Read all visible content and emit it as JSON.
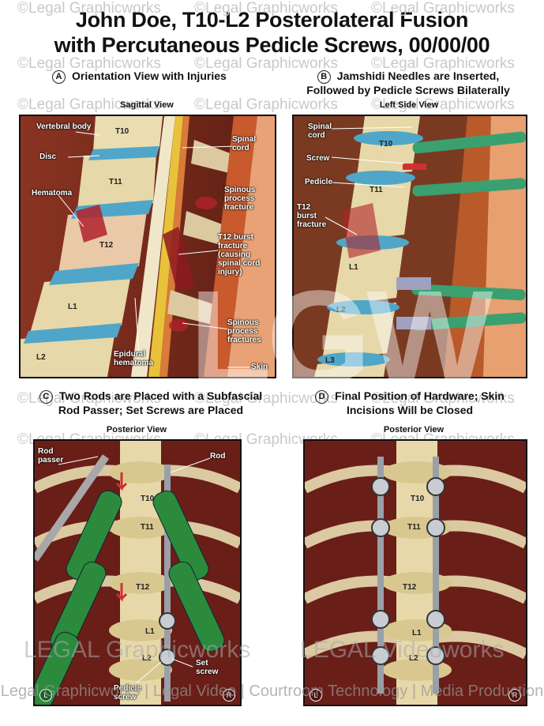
{
  "title": {
    "line1": "John Doe, T10-L2 Posterolateral Fusion",
    "line2": "with Percutaneous Pedicle Screws, 00/00/00"
  },
  "watermark": "©Legal Graphicworks",
  "panels": {
    "a": {
      "badge": "A",
      "caption": "Orientation View with Injuries",
      "view": "Sagittal View",
      "labels": {
        "vertebral_body": "Vertebral body",
        "disc": "Disc",
        "hematoma": "Hematoma",
        "spinal_cord": "Spinal cord",
        "spinous_process_fracture": "Spinous process fracture",
        "t12_burst_fracture": "T12 burst fracture (causing spinal cord injury)",
        "spinous_process_fractures": "Spinous process fractures",
        "epidural_hematoma": "Epidural hematoma",
        "skin": "Skin"
      },
      "vertebrae": [
        "T10",
        "T11",
        "T12",
        "L1",
        "L2"
      ]
    },
    "b": {
      "badge": "B",
      "caption_line1": "Jamshidi Needles are Inserted,",
      "caption_line2": "Followed by Pedicle Screws Bilaterally",
      "view": "Left Side View",
      "labels": {
        "spinal_cord": "Spinal cord",
        "screw": "Screw",
        "pedicle": "Pedicle",
        "t12_burst_fracture": "T12 burst fracture"
      },
      "vertebrae": [
        "T10",
        "T11",
        "L1",
        "L2",
        "L3"
      ]
    },
    "c": {
      "badge": "C",
      "caption_line1": "Two Rods are Placed with a Subfascial",
      "caption_line2": "Rod Passer; Set Screws are Placed",
      "view": "Posterior View",
      "labels": {
        "rod_passer": "Rod passer",
        "rod": "Rod",
        "set_screw": "Set screw",
        "pedicle_screw": "Pedicle screw"
      },
      "vertebrae": [
        "T10",
        "T11",
        "T12",
        "L1",
        "L2"
      ],
      "left_marker": "L",
      "right_marker": "R"
    },
    "d": {
      "badge": "D",
      "caption_line1": "Final Position of Hardware; Skin",
      "caption_line2": "Incisions Will be Closed",
      "view": "Posterior View",
      "vertebrae": [
        "T10",
        "T11",
        "T12",
        "L1",
        "L2"
      ],
      "left_marker": "L",
      "right_marker": "R"
    }
  },
  "brand_watermarks": {
    "left": "LEGAL Graphicworks",
    "right": "LEGAL Videoworks",
    "big": "LGW"
  },
  "footer": "Legal Graphicworks | Legal Video | Courtroom Technology | Media Production",
  "colors": {
    "muscle": "#7a2a1c",
    "bone": "#e8dcb0",
    "disc": "#4fa6c8",
    "cord": "#e8c23a",
    "green_tool": "#2c8a3c",
    "metal": "#9aa0a8"
  }
}
